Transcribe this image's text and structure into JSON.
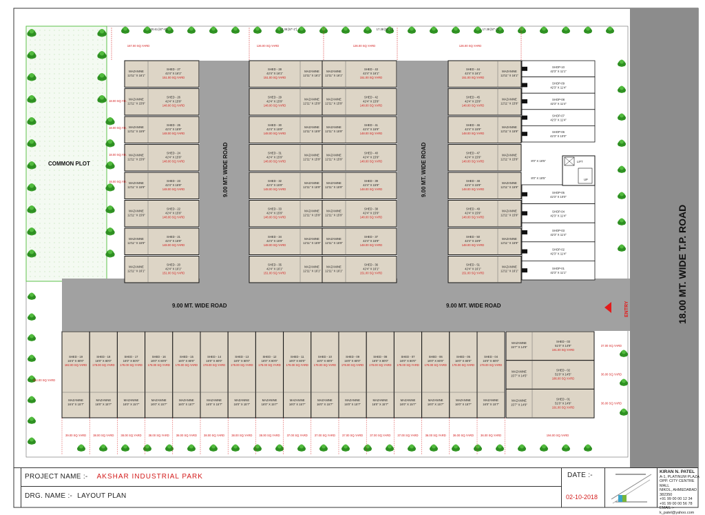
{
  "title_block": {
    "project_label": "PROJECT NAME :-",
    "project_name": "AKSHAR INDUSTRIAL PARK",
    "drawing_label": "DRG. NAME :-",
    "drawing_name": "LAYOUT PLAN",
    "date_label": "DATE :-",
    "date": "02-10-2018",
    "architect": "KIRAN N. PATEL",
    "architect_lines": [
      "A-1, PLATINUM PLAZA",
      "OPP. CITY CENTRE MALL",
      "NIKOL, AHMEDABAD 382350",
      "+91 99 00 00 12 34",
      "+91 99 00 00 56 78",
      "EMAIL :- k_patel@yahoo.com"
    ]
  },
  "roads": {
    "main": "18.00 MT. WIDE T.P. ROAD",
    "inner_h_left": "9.00 MT. WIDE ROAD",
    "inner_h_right": "9.00 MT. WIDE ROAD",
    "inner_v_left": "9.00 MT. WIDE ROAD",
    "inner_v_right": "9.00 MT. WIDE ROAD",
    "entry": "ENTRY"
  },
  "common_plot": "COMMON PLOT",
  "labels": {
    "mazanine": "MAZANINE",
    "lift": "LIFT",
    "up": "UP"
  },
  "top_strip": [
    {
      "dim": "20.61 [67'-8\"]",
      "area": "167.00 SQ.YARD"
    },
    {
      "dim": "17.38 [57'-1\"]",
      "area": "126.00 SQ.YARD"
    },
    {
      "dim": "17.38 [57'-1\"]",
      "area": "126.00 SQ.YARD"
    },
    {
      "dim": "17.38 [57'-1\"]",
      "area": "126.00 SQ.YARD"
    }
  ],
  "col_a": [
    {
      "no": "SHED - 27",
      "dim": "42'4\" X 16'1\"",
      "area": "151.00 SQ.YARD",
      "mz": "12'11\" X 16'1\""
    },
    {
      "no": "SHED - 26",
      "dim": "42'4\" X 15'9\"",
      "area": "148.00 SQ.YARD",
      "mz": "12'11\" X 15'9\""
    },
    {
      "no": "SHED - 25",
      "dim": "42'4\" X 15'9\"",
      "area": "148.00 SQ.YARD",
      "mz": "12'11\" X 15'9\""
    },
    {
      "no": "SHED - 24",
      "dim": "42'4\" X 15'9\"",
      "area": "148.00 SQ.YARD",
      "mz": "12'11\" X 15'9\""
    },
    {
      "no": "SHED - 23",
      "dim": "42'4\" X 15'9\"",
      "area": "148.00 SQ.YARD",
      "mz": "12'11\" X 15'9\""
    },
    {
      "no": "SHED - 22",
      "dim": "42'4\" X 15'9\"",
      "area": "148.00 SQ.YARD",
      "mz": "12'11\" X 15'9\""
    },
    {
      "no": "SHED - 21",
      "dim": "42'4\" X 15'9\"",
      "area": "148.00 SQ.YARD",
      "mz": "12'11\" X 15'9\""
    },
    {
      "no": "SHED - 20",
      "dim": "42'4\" X 16'1\"",
      "area": "151.00 SQ.YARD",
      "mz": "12'11\" X 16'1\""
    }
  ],
  "col_b": [
    {
      "no": "SHED - 28",
      "dim": "42'4\" X 16'1\"",
      "area": "151.00 SQ.YARD",
      "mz": "12'11\" X 16'1\""
    },
    {
      "no": "SHED - 29",
      "dim": "42'4\" X 15'9\"",
      "area": "148.00 SQ.YARD",
      "mz": "12'11\" X 15'9\""
    },
    {
      "no": "SHED - 30",
      "dim": "42'4\" X 15'9\"",
      "area": "148.00 SQ.YARD",
      "mz": "12'11\" X 15'9\""
    },
    {
      "no": "SHED - 31",
      "dim": "42'4\" X 15'9\"",
      "area": "148.00 SQ.YARD",
      "mz": "12'11\" X 15'9\""
    },
    {
      "no": "SHED - 32",
      "dim": "42'4\" X 15'9\"",
      "area": "148.00 SQ.YARD",
      "mz": "12'11\" X 15'9\""
    },
    {
      "no": "SHED - 33",
      "dim": "42'4\" X 15'9\"",
      "area": "148.00 SQ.YARD",
      "mz": "12'11\" X 15'9\""
    },
    {
      "no": "SHED - 34",
      "dim": "42'4\" X 15'9\"",
      "area": "148.00 SQ.YARD",
      "mz": "12'11\" X 15'9\""
    },
    {
      "no": "SHED - 35",
      "dim": "42'4\" X 16'1\"",
      "area": "151.00 SQ.YARD",
      "mz": "12'11\" X 16'1\""
    }
  ],
  "col_c": [
    {
      "no": "SHED - 43",
      "dim": "42'4\" X 16'1\"",
      "area": "151.00 SQ.YARD",
      "mz": "12'11\" X 16'1\""
    },
    {
      "no": "SHED - 42",
      "dim": "42'4\" X 15'9\"",
      "area": "148.00 SQ.YARD",
      "mz": "12'11\" X 15'9\""
    },
    {
      "no": "SHED - 41",
      "dim": "42'4\" X 15'9\"",
      "area": "148.00 SQ.YARD",
      "mz": "12'11\" X 15'9\""
    },
    {
      "no": "SHED - 40",
      "dim": "42'4\" X 15'9\"",
      "area": "148.00 SQ.YARD",
      "mz": "12'11\" X 15'9\""
    },
    {
      "no": "SHED - 39",
      "dim": "42'4\" X 15'9\"",
      "area": "148.00 SQ.YARD",
      "mz": "12'11\" X 15'9\""
    },
    {
      "no": "SHED - 38",
      "dim": "42'4\" X 15'9\"",
      "area": "148.00 SQ.YARD",
      "mz": "12'11\" X 15'9\""
    },
    {
      "no": "SHED - 37",
      "dim": "42'4\" X 15'9\"",
      "area": "148.00 SQ.YARD",
      "mz": "12'11\" X 15'9\""
    },
    {
      "no": "SHED - 36",
      "dim": "42'4\" X 16'1\"",
      "area": "151.00 SQ.YARD",
      "mz": "12'11\" X 16'1\""
    }
  ],
  "col_d": [
    {
      "no": "SHED - 44",
      "dim": "42'4\" X 16'1\"",
      "area": "151.00 SQ.YARD",
      "mz": "12'11\" X 16'1\""
    },
    {
      "no": "SHED - 45",
      "dim": "42'4\" X 15'9\"",
      "area": "148.00 SQ.YARD",
      "mz": "12'11\" X 15'9\""
    },
    {
      "no": "SHED - 46",
      "dim": "42'4\" X 15'9\"",
      "area": "148.00 SQ.YARD",
      "mz": "12'11\" X 15'9\""
    },
    {
      "no": "SHED - 47",
      "dim": "42'4\" X 15'9\"",
      "area": "148.00 SQ.YARD",
      "mz": "12'11\" X 15'9\""
    },
    {
      "no": "SHED - 48",
      "dim": "42'4\" X 15'9\"",
      "area": "148.00 SQ.YARD",
      "mz": "12'11\" X 15'9\""
    },
    {
      "no": "SHED - 49",
      "dim": "42'4\" X 15'9\"",
      "area": "148.00 SQ.YARD",
      "mz": "12'11\" X 15'9\""
    },
    {
      "no": "SHED - 50",
      "dim": "42'4\" X 15'9\"",
      "area": "148.00 SQ.YARD",
      "mz": "12'11\" X 15'9\""
    },
    {
      "no": "SHED - 51",
      "dim": "42'4\" X 16'1\"",
      "area": "151.00 SQ.YARD",
      "mz": "12'11\" X 16'1\""
    }
  ],
  "shops_top": [
    {
      "no": "SHOP-10",
      "dim": "42'3\" X 11'1\""
    },
    {
      "no": "SHOP-09",
      "dim": "42'3\" X 11'4\""
    },
    {
      "no": "SHOP-08",
      "dim": "42'3\" X 11'4\""
    },
    {
      "no": "SHOP-07",
      "dim": "42'3\" X 11'4\""
    },
    {
      "no": "SHOP-06",
      "dim": "42'3\" X 10'0\""
    }
  ],
  "shops_bottom": [
    {
      "no": "SHOP-05",
      "dim": "42'3\" X 10'0\""
    },
    {
      "no": "SHOP-04",
      "dim": "42'3\" X 11'4\""
    },
    {
      "no": "SHOP-03",
      "dim": "42'3\" X 11'4\""
    },
    {
      "no": "SHOP-02",
      "dim": "42'3\" X 11'4\""
    },
    {
      "no": "SHOP-01",
      "dim": "42'3\" X 11'1\""
    }
  ],
  "lift_dims": [
    "8'0\" X 18'5\"",
    "8'0\" X 18'5\""
  ],
  "bottom_row": [
    {
      "no": "SHED - 19",
      "dim": "16'4\" X 80'0\"",
      "area": "182.00 SQ.YARD",
      "mz": "16'4\" X 15'7\""
    },
    {
      "no": "SHED - 18",
      "dim": "16'0\" X 80'0\"",
      "area": "178.00 SQ.YARD",
      "mz": "16'0\" X 15'7\""
    },
    {
      "no": "SHED - 17",
      "dim": "16'0\" X 80'0\"",
      "area": "178.00 SQ.YARD",
      "mz": "16'0\" X 15'7\""
    },
    {
      "no": "SHED - 16",
      "dim": "16'0\" X 80'0\"",
      "area": "178.00 SQ.YARD",
      "mz": "16'0\" X 15'7\""
    },
    {
      "no": "SHED - 15",
      "dim": "16'0\" X 80'0\"",
      "area": "178.00 SQ.YARD",
      "mz": "16'0\" X 15'7\""
    },
    {
      "no": "SHED - 14",
      "dim": "16'0\" X 80'0\"",
      "area": "178.00 SQ.YARD",
      "mz": "16'0\" X 15'7\""
    },
    {
      "no": "SHED - 13",
      "dim": "16'0\" X 80'0\"",
      "area": "178.00 SQ.YARD",
      "mz": "16'0\" X 15'7\""
    },
    {
      "no": "SHED - 12",
      "dim": "16'0\" X 80'0\"",
      "area": "178.00 SQ.YARD",
      "mz": "16'0\" X 15'7\""
    },
    {
      "no": "SHED - 11",
      "dim": "16'0\" X 80'0\"",
      "area": "178.00 SQ.YARD",
      "mz": "16'0\" X 15'7\""
    },
    {
      "no": "SHED - 10",
      "dim": "16'0\" X 80'0\"",
      "area": "178.00 SQ.YARD",
      "mz": "16'0\" X 15'7\""
    },
    {
      "no": "SHED - 09",
      "dim": "16'0\" X 80'0\"",
      "area": "178.00 SQ.YARD",
      "mz": "16'0\" X 15'7\""
    },
    {
      "no": "SHED - 08",
      "dim": "16'0\" X 80'0\"",
      "area": "178.00 SQ.YARD",
      "mz": "16'0\" X 15'7\""
    },
    {
      "no": "SHED - 07",
      "dim": "16'0\" X 80'0\"",
      "area": "178.00 SQ.YARD",
      "mz": "16'0\" X 15'7\""
    },
    {
      "no": "SHED - 06",
      "dim": "16'0\" X 80'0\"",
      "area": "178.00 SQ.YARD",
      "mz": "16'0\" X 15'7\""
    },
    {
      "no": "SHED - 05",
      "dim": "16'0\" X 80'0\"",
      "area": "178.00 SQ.YARD",
      "mz": "16'0\" X 15'7\""
    },
    {
      "no": "SHED - 04",
      "dim": "16'0\" X 80'0\"",
      "area": "178.00 SQ.YARD",
      "mz": "16'0\" X 15'7\""
    }
  ],
  "bottom_right": [
    {
      "no": "SHED - 03",
      "dim": "51'0\" X 14'9\"",
      "area": "191.00 SQ.YARD",
      "mz": "15'7\" X 14'9\""
    },
    {
      "no": "SHED - 02",
      "dim": "51'0\" X 14'5\"",
      "area": "186.00 SQ.YARD",
      "mz": "15'7\" X 14'5\""
    },
    {
      "no": "SHED - 01",
      "dim": "51'0\" X 14'9\"",
      "area": "191.00 SQ.YARD",
      "mz": "15'7\" X 14'9\""
    }
  ],
  "bottom_strip_areas": [
    "39.00 SQ.YARD",
    "38.00 SQ.YARD",
    "38.00 SQ.YARD",
    "38.00 SQ.YARD",
    "38.00 SQ.YARD",
    "38.00 SQ.YARD",
    "38.00 SQ.YARD",
    "38.00 SQ.YARD",
    "37.00 SQ.YARD",
    "37.00 SQ.YARD",
    "37.00 SQ.YARD",
    "37.00 SQ.YARD",
    "37.00 SQ.YARD",
    "36.00 SQ.YARD",
    "36.00 SQ.YARD",
    "36.00 SQ.YARD",
    "194.00 SQ.YARD"
  ],
  "right_strip_areas": [
    "37.00 SQ.YARD",
    "36.00 SQ.YARD",
    "36.00 SQ.YARD"
  ],
  "left_strip_area": "244.00 SQ.YARD",
  "left_strip_areas": [
    "18.00 SQ.YD.",
    "18.00 SQ.YD.",
    "18.00 SQ.YD.",
    "18.00 SQ.YD."
  ],
  "colors": {
    "shed": "#ddd5c6",
    "road": "#a1a1a1",
    "main_road": "#8c8c8c",
    "tree": "#3ca32d",
    "dim": "#d31a1a"
  }
}
